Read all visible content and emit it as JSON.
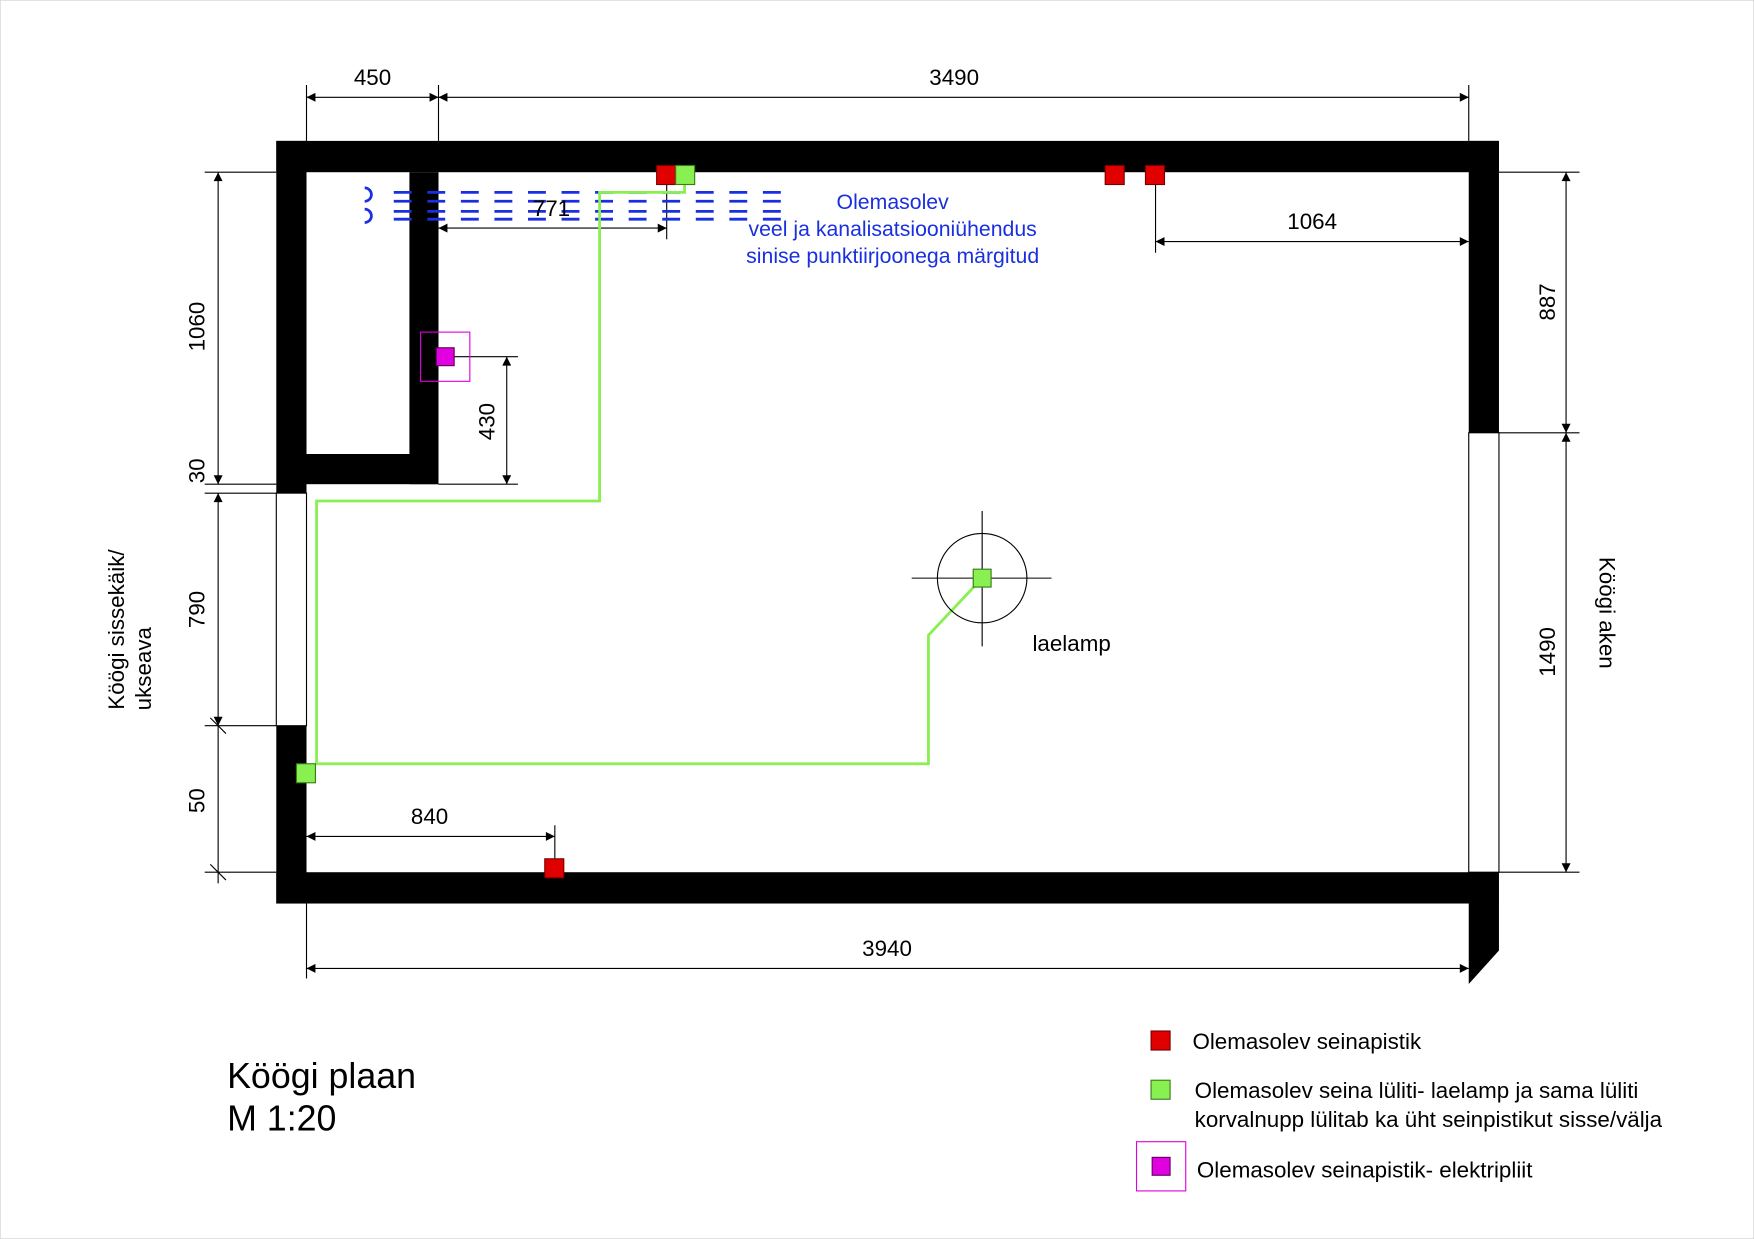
{
  "title": {
    "line1": "Köögi plaan",
    "line2": "M 1:20"
  },
  "dimensions": {
    "top_left": "450",
    "top_main": "3490",
    "bottom": "3940",
    "inner_771": "771",
    "right_1064": "1064",
    "right_887": "887",
    "right_1490": "1490",
    "left_1060": "1060",
    "left_30": "30",
    "left_790": "790",
    "left_50": "50",
    "socket_430": "430",
    "bottom_840": "840"
  },
  "labels": {
    "entrance_1": "Köögi sissekäik/",
    "entrance_2": "ukseava",
    "window": "Köögi aken",
    "lamp": "laelamp",
    "water_1": "Olemasolev",
    "water_2": "veel ja kanalisatsiooniühendus",
    "water_3": "sinise punktiirjoonega märgitud"
  },
  "legend": [
    {
      "color": "#e00000",
      "text": "Olemasolev seinapistik"
    },
    {
      "color": "#88f050",
      "text": "Olemasolev seina lüliti- laelamp ja sama lüliti",
      "text2": "korvalnupp lülitab ka üht seinpistikut sisse/välja"
    },
    {
      "color": "#e000e0",
      "text": "Olemasolev seinapistik- elektripliit"
    }
  ],
  "colors": {
    "wall": "#000000",
    "socket": "#e00000",
    "switch": "#88f050",
    "stove": "#e000e0",
    "water": "#1a2fe0"
  }
}
